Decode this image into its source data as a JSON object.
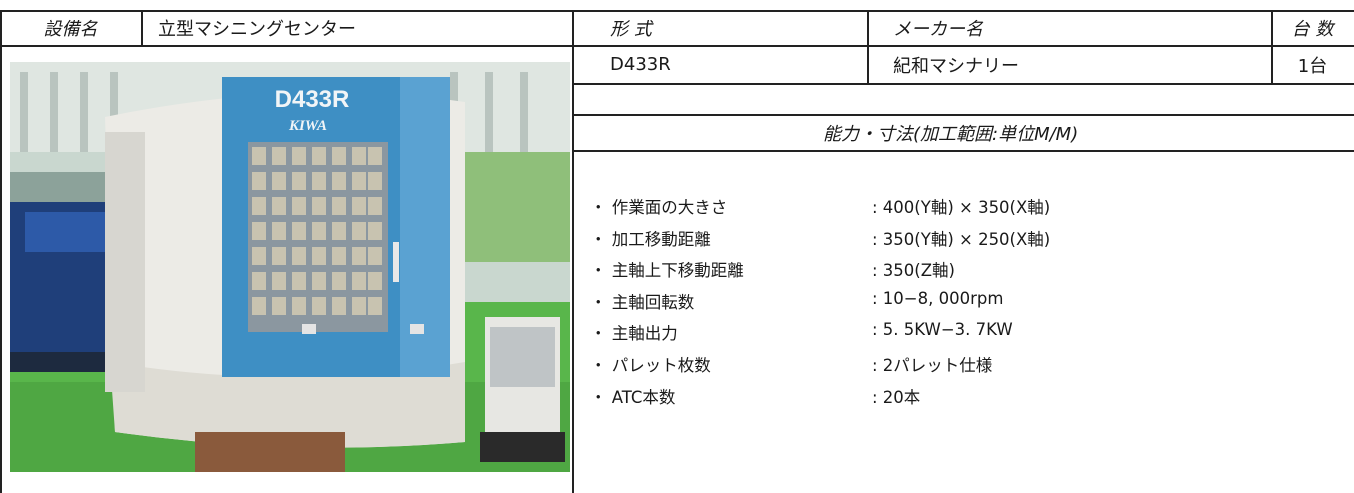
{
  "header": {
    "equipment_name_label": "設備名",
    "equipment_name": "立型マシニングセンター",
    "model_label": "形 式",
    "maker_label": "メーカー名",
    "count_label": "台 数"
  },
  "record": {
    "model": "D433R",
    "maker": "紀和マシナリー",
    "count": "1台"
  },
  "section_title": "能力・寸法(加工範囲:単位M/M)",
  "photo": {
    "plate_model": "D433R",
    "plate_brand": "KIWA"
  },
  "specs": [
    {
      "label": "・ 作業面の大きさ",
      "value": ": 400(Y軸) × 350(X軸)"
    },
    {
      "label": "・ 加工移動距離",
      "value": ": 350(Y軸) × 250(X軸)"
    },
    {
      "label": "・ 主軸上下移動距離",
      "value": ": 350(Z軸)"
    },
    {
      "label": "・ 主軸回転数",
      "value": ": 10−8, 000rpm"
    },
    {
      "label": "・ 主軸出力",
      "value": ": 5. 5KW−3. 7KW"
    },
    {
      "label": "・ パレット枚数",
      "value": ": 2パレット仕様"
    },
    {
      "label": "・ ATC本数",
      "value": ": 20本"
    }
  ]
}
